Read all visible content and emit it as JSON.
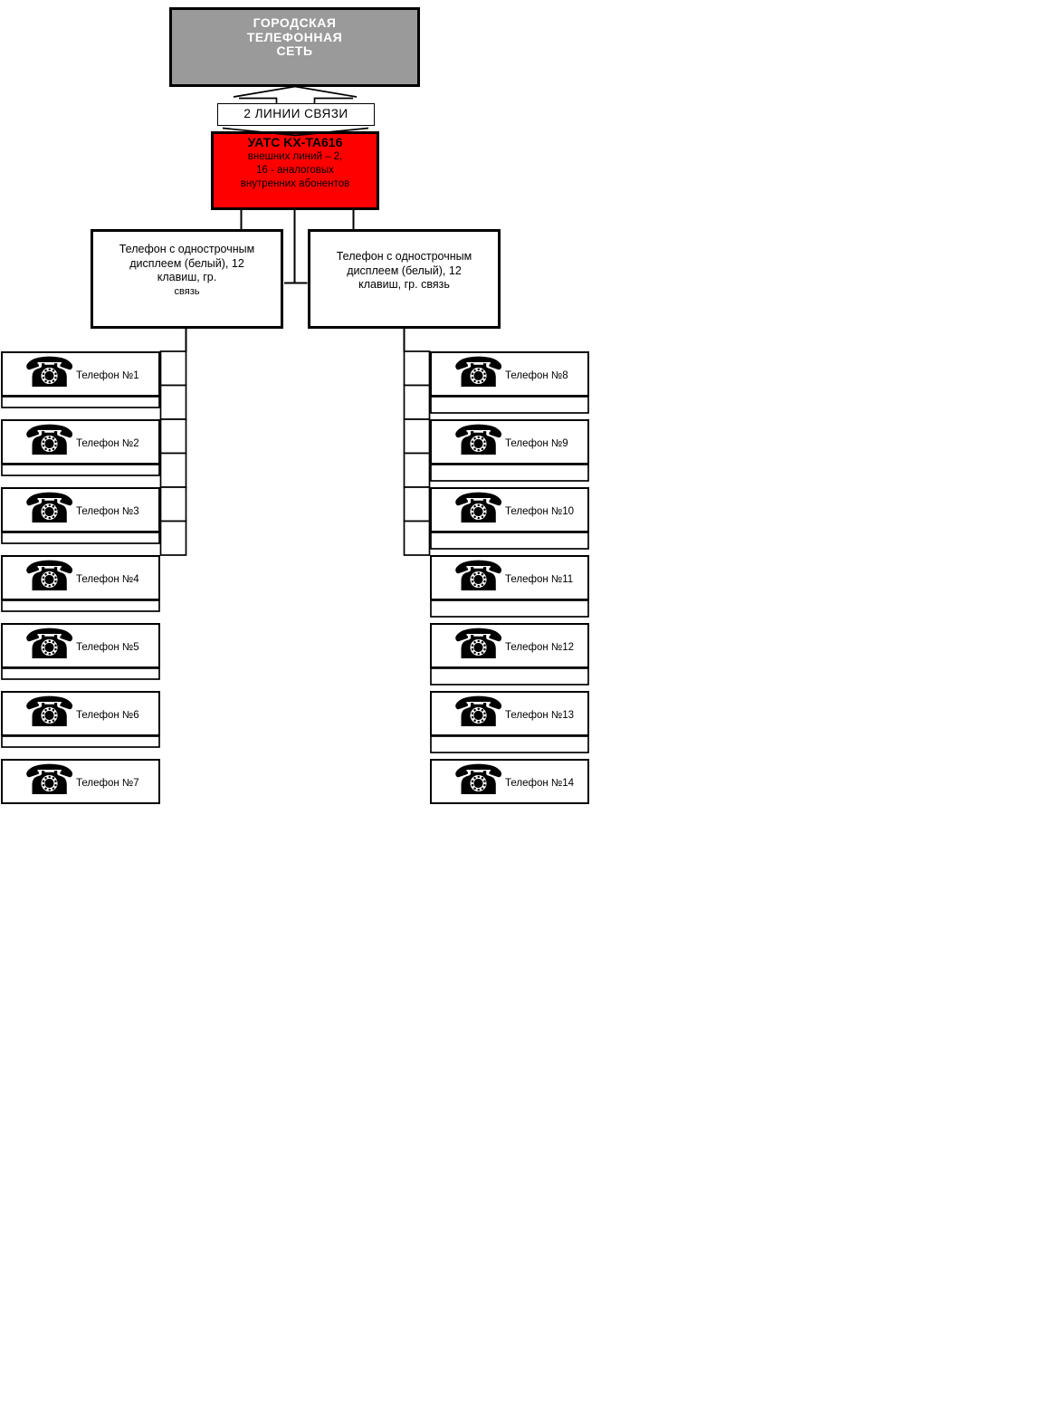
{
  "title_box": {
    "lines": [
      "ГОРОДСКАЯ",
      "ТЕЛЕФОННАЯ",
      "СЕТЬ"
    ]
  },
  "link_label": {
    "text": "2 ЛИНИИ СВЯЗИ"
  },
  "pbx_box": {
    "title": "УАТС KX-TA616",
    "lines": [
      "внешних линий – 2,",
      "16 - аналоговых",
      "внутренних абонентов"
    ]
  },
  "extension_boxes": {
    "left": {
      "lines": [
        "Телефон с однострочным",
        "дисплеем (белый), 12",
        "клавиш, гр.",
        "связь"
      ]
    },
    "right": {
      "lines": [
        "Телефон с однострочным",
        "дисплеем (белый), 12",
        "клавиш, гр. связь"
      ]
    }
  },
  "phones": {
    "left": [
      "Телефон №1",
      "Телефон №2",
      "Телефон №3",
      "Телефон №4",
      "Телефон №5",
      "Телефон №6",
      "Телефон №7"
    ],
    "right": [
      "Телефон №8",
      "Телефон №9",
      "Телефон №10",
      "Телефон №11",
      "Телефон №12",
      "Телефон №13",
      "Телефон №14"
    ]
  },
  "icons": {
    "phone_glyph": "☎",
    "phone_icon_name": "rotary-phone-icon"
  },
  "colors": {
    "title_fill": "#9a9a9a",
    "title_text": "#ffffff",
    "pbx_fill": "#ff0000",
    "box_fill": "#ffffff",
    "line": "#000000"
  }
}
